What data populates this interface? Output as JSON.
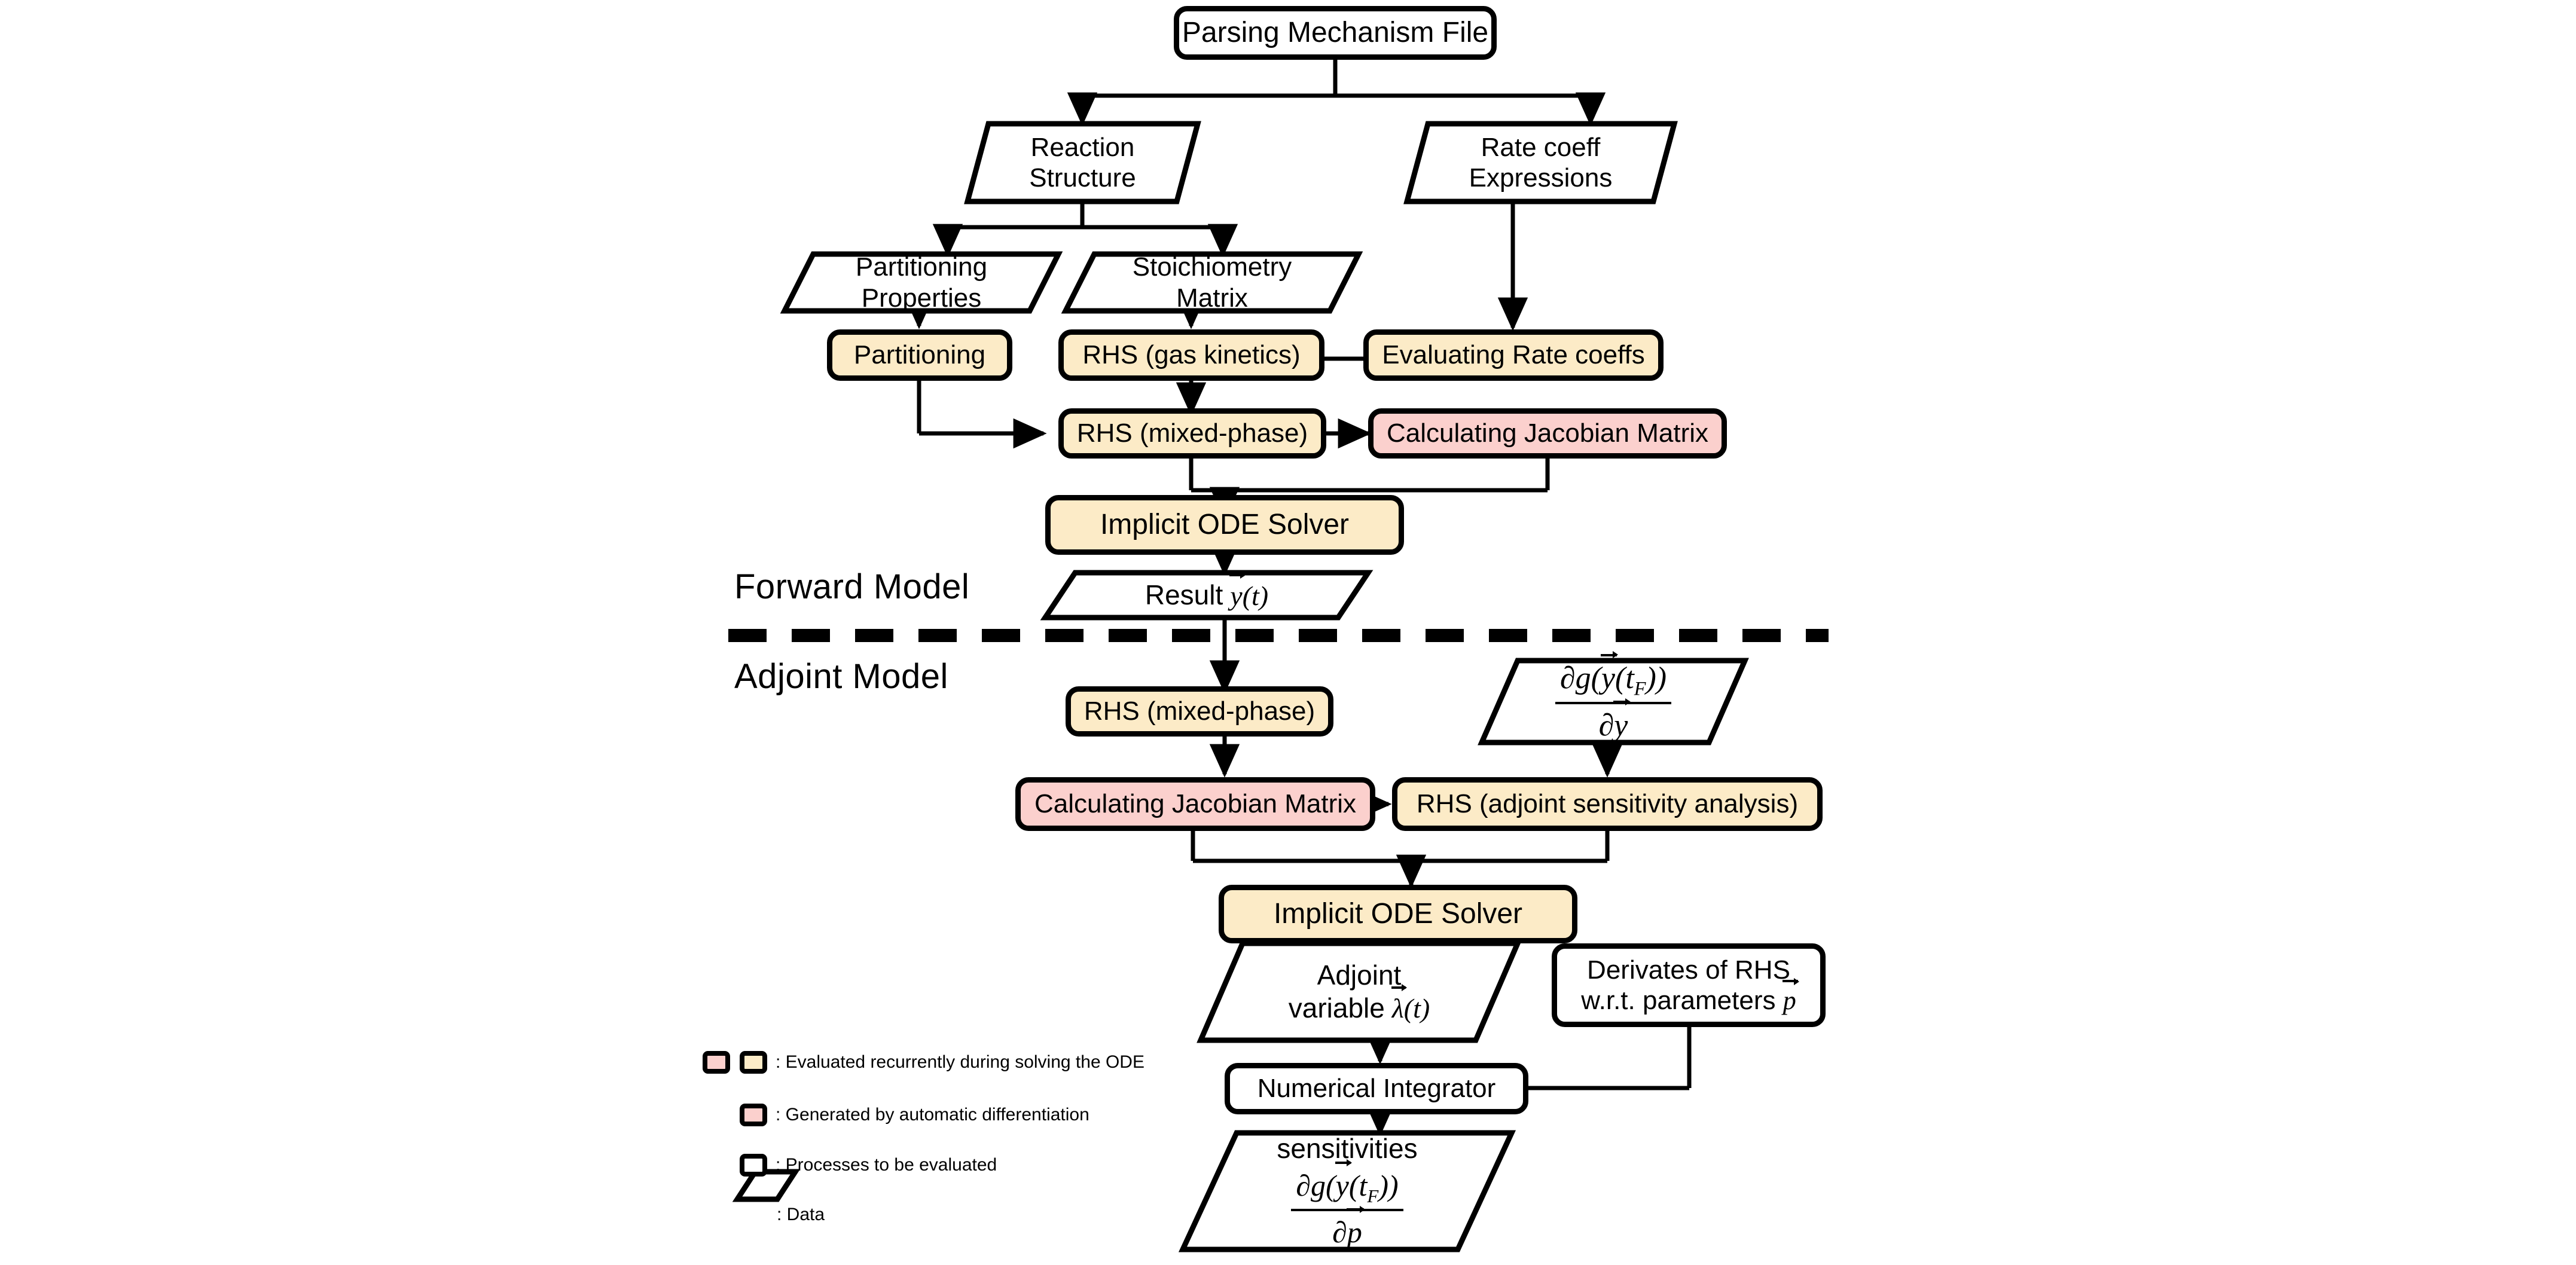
{
  "diagram": {
    "title_nodes": {
      "parsing": "Parsing Mechanism File",
      "reaction_structure_l1": "Reaction",
      "reaction_structure_l2": "Structure",
      "rate_coeff_l1": "Rate coeff",
      "rate_coeff_l2": "Expressions",
      "partitioning_props_l1": "Partitioning",
      "partitioning_props_l2": "Properties",
      "stoich_l1": "Stoichiometry",
      "stoich_l2": "Matrix",
      "partitioning": "Partitioning",
      "rhs_gas": "RHS (gas kinetics)",
      "eval_rate": "Evaluating Rate coeffs",
      "rhs_mixed": "RHS (mixed-phase)",
      "calc_jacobian": "Calculating Jacobian Matrix",
      "ode_solver": "Implicit ODE Solver",
      "result_prefix": "Result",
      "result_var": "y",
      "result_arg": "(t)",
      "rhs_mixed_adj": "RHS (mixed-phase)",
      "dgdy_num_a": "∂g(",
      "dgdy_num_y": "y",
      "dgdy_num_b": "(t",
      "dgdy_num_sub": "F",
      "dgdy_num_c": "))",
      "dgdy_den_a": "∂",
      "dgdy_den_y": "y",
      "calc_jacobian_adj": "Calculating Jacobian Matrix",
      "rhs_adjoint": "RHS (adjoint sensitivity analysis)",
      "ode_solver_adj": "Implicit ODE Solver",
      "adjoint_l1": "Adjoint",
      "adjoint_l2_prefix": "variable",
      "adjoint_l2_var": "λ",
      "adjoint_l2_arg": "(t)",
      "derivates_l1": "Derivates of RHS",
      "derivates_l2_prefix": "w.r.t. parameters",
      "derivates_l2_var": "p",
      "numerical_integrator": "Numerical Integrator",
      "sensitivities": "sensitivities",
      "dgdp_num_a": "∂g(",
      "dgdp_num_y": "y",
      "dgdp_num_b": "(t",
      "dgdp_num_sub": "F",
      "dgdp_num_c": "))",
      "dgdp_den_a": "∂",
      "dgdp_den_p": "p"
    },
    "sections": {
      "forward": "Forward Model",
      "adjoint": "Adjoint Model"
    },
    "legend": {
      "items": [
        {
          "label": ": Evaluated recurrently during solving the ODE",
          "swatches": [
            "pink",
            "cream"
          ],
          "shape": "rect"
        },
        {
          "label": ": Generated by automatic differentiation",
          "swatches": [
            "pink"
          ],
          "shape": "rect"
        },
        {
          "label": ": Processes to be evaluated",
          "swatches": [
            "white"
          ],
          "shape": "rect"
        },
        {
          "label": ": Data",
          "swatches": [
            "white"
          ],
          "shape": "parallelogram"
        }
      ]
    },
    "colors": {
      "cream": "#FCEBC7",
      "pink": "#FBD0CD",
      "stroke": "#000000",
      "background": "#ffffff"
    }
  }
}
